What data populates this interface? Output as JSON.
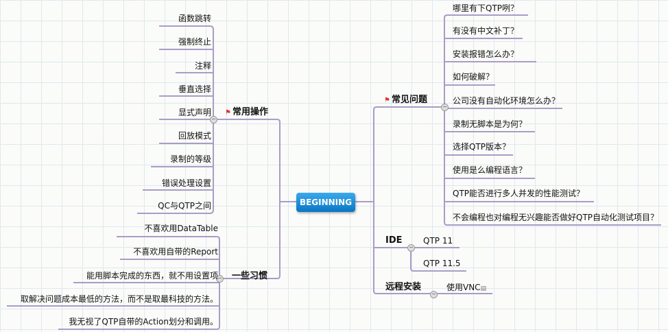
{
  "center": "BEGINNING",
  "left": [
    {
      "label": "常用操作",
      "flag": "flag-icon",
      "children": [
        "函数跳转",
        "强制终止",
        "注释",
        "垂直选择",
        "显式声明",
        "回放模式",
        "录制的等级",
        "错误处理设置",
        "QC与QTP之间"
      ]
    },
    {
      "label": "一些习惯",
      "children": [
        "不喜欢用DataTable",
        "不喜欢用自带的Report",
        "能用脚本完成的东西，就不用设置项",
        "取解决问题成本最低的方法，而不是取最科技的方法。",
        "我无视了QTP自带的Action划分和调用。"
      ]
    }
  ],
  "right": [
    {
      "label": "常见问题",
      "flag": "flag-icon",
      "children": [
        "哪里有下QTP咧？",
        "有没有中文补丁？",
        "安装报错怎么办？",
        "如何破解？",
        "公司没有自动化环境怎么办？",
        "录制无脚本是为何？",
        "选择QTP版本？",
        "使用是么编程语言？",
        "QTP能否进行多人并发的性能测试？",
        "不会编程也对编程无兴趣能否做好QTP自动化测试项目？"
      ]
    },
    {
      "label": "IDE",
      "children": [
        "QTP 11",
        "QTP 11.5"
      ]
    },
    {
      "label": "远程安装",
      "children": [
        "使用VNC"
      ]
    }
  ],
  "colors": {
    "line": "#a99cc6",
    "center": "#1a8ad8"
  }
}
